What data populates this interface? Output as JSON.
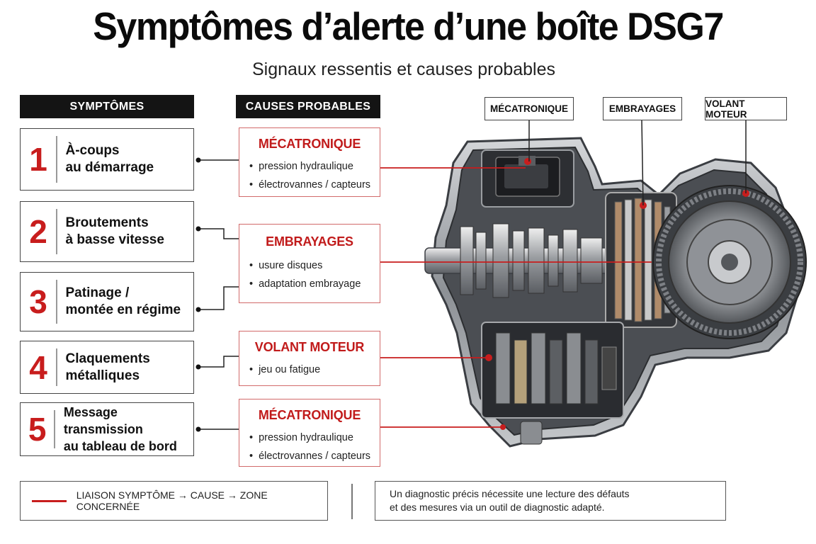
{
  "header": {
    "title": "Symptômes d’alerte d’une boîte DSG7",
    "subtitle": "Signaux ressentis et causes probables"
  },
  "columns": {
    "symptoms_header": "SYMPTÔMES",
    "causes_header": "CAUSES PROBABLES"
  },
  "symptoms": [
    {
      "num": "1",
      "line1": "À-coups",
      "line2": "au démarrage"
    },
    {
      "num": "2",
      "line1": "Broutements",
      "line2": "à basse vitesse"
    },
    {
      "num": "3",
      "line1": "Patinage /",
      "line2": "montée en régime"
    },
    {
      "num": "4",
      "line1": "Claquements",
      "line2": "métalliques"
    },
    {
      "num": "5",
      "line1": "Message transmission",
      "line2": "au tableau de bord"
    }
  ],
  "causes": [
    {
      "title": "MÉCATRONIQUE",
      "items": [
        "pression hydraulique",
        "électrovannes / capteurs"
      ]
    },
    {
      "title": "EMBRAYAGES",
      "items": [
        "usure disques",
        "adaptation embrayage"
      ]
    },
    {
      "title": "VOLANT MOTEUR",
      "items": [
        "jeu ou fatigue"
      ]
    },
    {
      "title": "MÉCATRONIQUE",
      "items": [
        "pression hydraulique",
        "électrovannes / capteurs"
      ]
    }
  ],
  "zones": {
    "mecatronique": "MÉCATRONIQUE",
    "embrayages": "EMBRAYAGES",
    "volant_moteur": "VOLANT MOTEUR"
  },
  "legend": {
    "text": "LIAISON SYMPTÔME → CAUSE → ZONE CONCERNÉE"
  },
  "note": {
    "line1": "Un diagnostic précis nécessite une lecture des défauts",
    "line2": "et des mesures via un outil de diagnostic adapté."
  },
  "colors": {
    "accent_red": "#c81d1d",
    "header_black": "#141414",
    "metal_dark": "#3a3d42",
    "metal_light": "#b9bcc0"
  }
}
